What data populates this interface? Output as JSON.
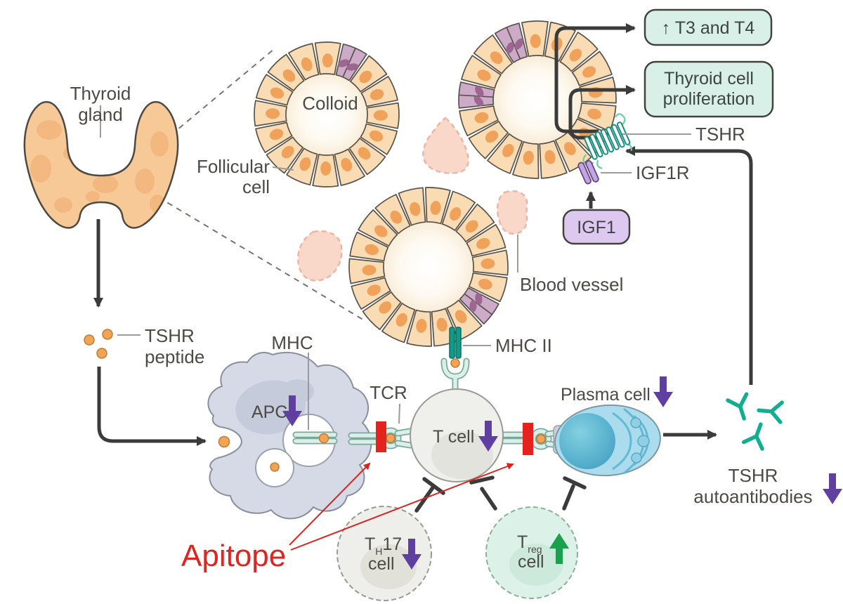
{
  "labels": {
    "thyroid_gland": [
      "Thyroid",
      "gland"
    ],
    "colloid": "Colloid",
    "follicular_cell": [
      "Follicular",
      "cell"
    ],
    "blood_vessel": "Blood vessel",
    "tshr_peptide": [
      "TSHR",
      "peptide"
    ],
    "mhc": "MHC",
    "tcr": "TCR",
    "mhc_ii": "MHC II",
    "tshr": "TSHR",
    "igf1r": "IGF1R",
    "apitope": "Apitope",
    "autoantibodies": [
      "TSHR",
      "autoantibodies"
    ]
  },
  "boxes": {
    "t3t4": "↑ T3 and T4",
    "proliferation": [
      "Thyroid cell",
      "proliferation"
    ],
    "igf1": "IGF1"
  },
  "cells": {
    "apc": "APC",
    "t_cell": "T cell",
    "plasma": "Plasma cell",
    "th17": {
      "t": "T",
      "sub": "H",
      "num": "17",
      "line2": "cell"
    },
    "treg": {
      "t": "T",
      "sub": "reg",
      "line2": "cell"
    }
  },
  "colors": {
    "apitope_red": "#e0241f",
    "down_arrow_purple": "#5f3fa0",
    "up_arrow_green": "#1aa14d",
    "antibody_teal": "#12ae91",
    "outcome_box_fill": "#d9f0e9",
    "igf1_box_fill": "#ddc9f0",
    "follicle_cell_fill": "#fadcb4",
    "proliferating_cell_fill": "#cdaac7",
    "arrow_black": "#3b3b3b"
  }
}
